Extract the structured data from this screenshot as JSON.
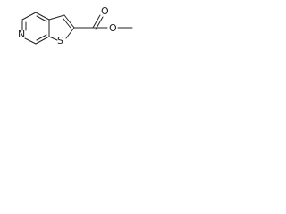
{
  "molecule": {
    "atoms": {
      "n": "N",
      "s": "S",
      "o_carbonyl": "O",
      "o_ester": "O"
    },
    "colors": {
      "bond": "#222222",
      "label": "#1a1a1a",
      "background": "#ffffff"
    }
  }
}
